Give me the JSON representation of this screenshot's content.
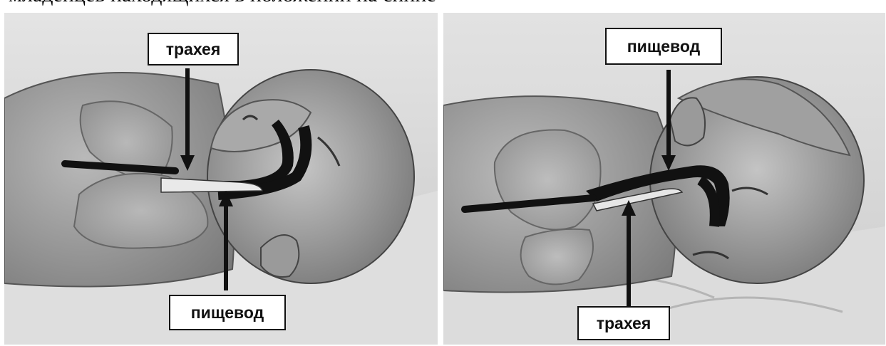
{
  "caption": "младенцев находящихся в положении на спине",
  "panels": [
    {
      "position": "supine",
      "labels": {
        "top": "трахея",
        "bottom": "пищевод"
      }
    },
    {
      "position": "prone",
      "labels": {
        "top": "пищевод",
        "bottom": "трахея"
      }
    }
  ]
}
